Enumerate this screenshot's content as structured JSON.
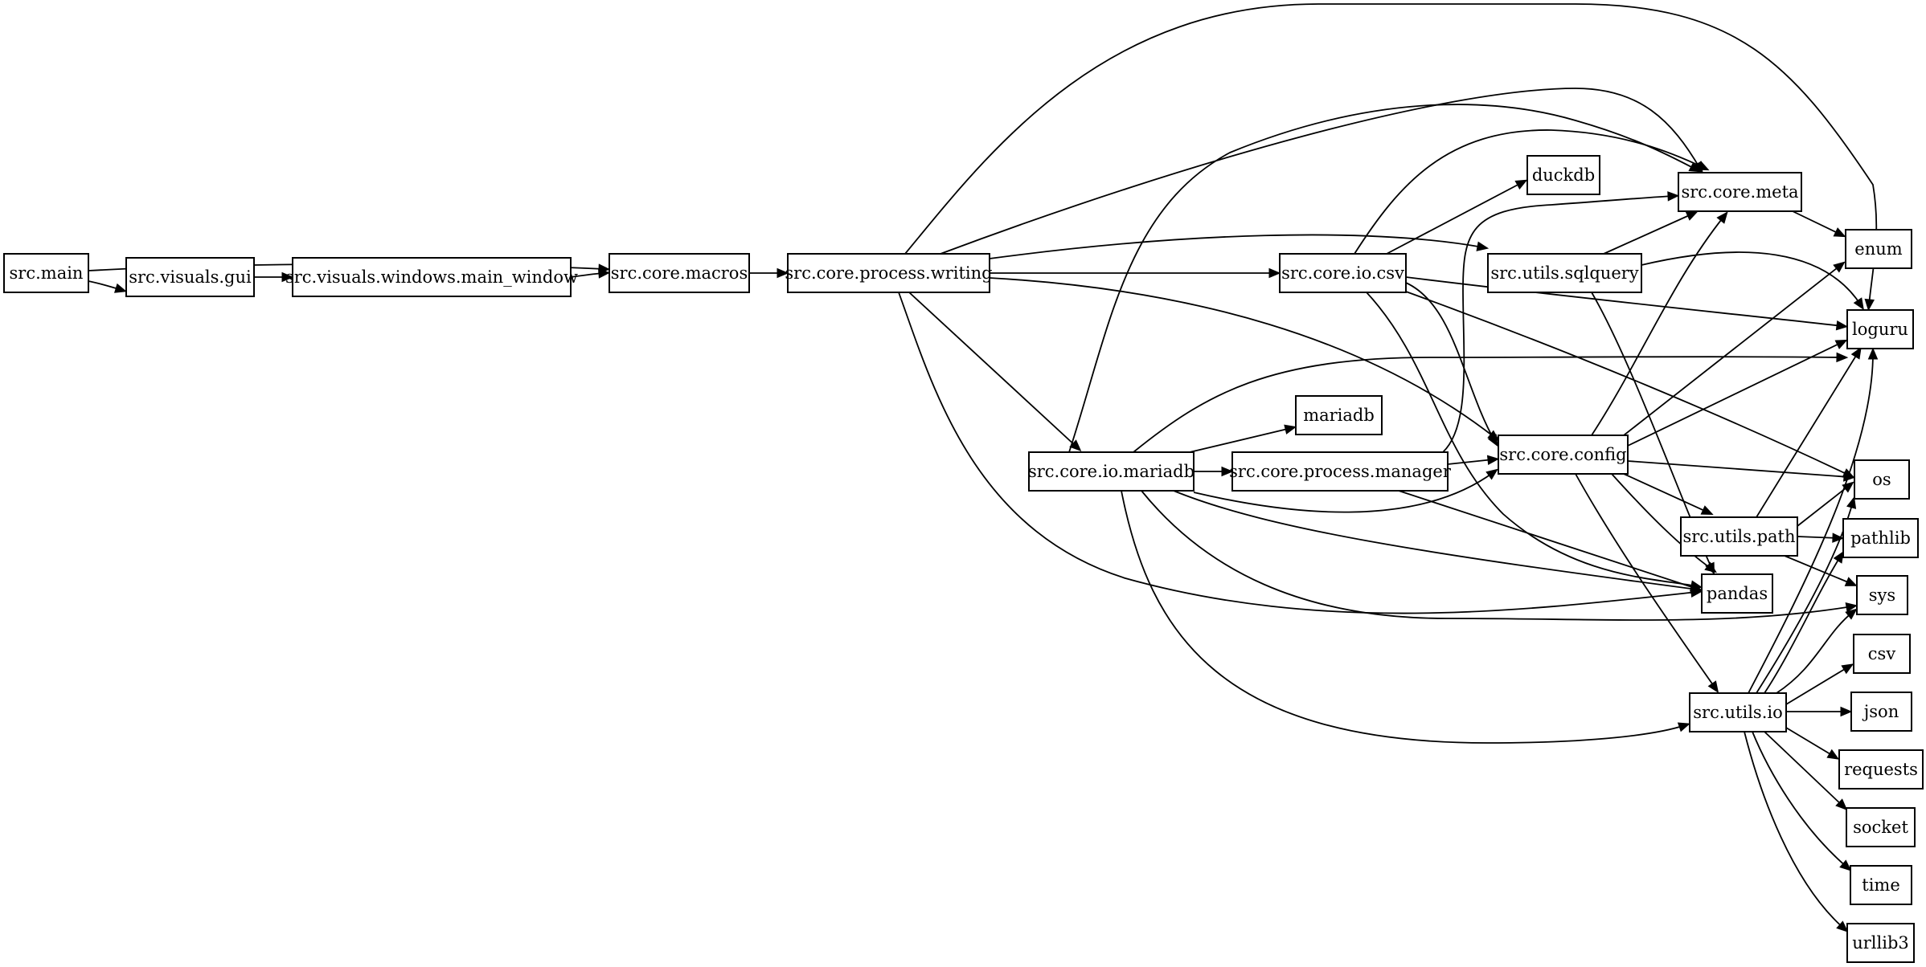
{
  "graph": {
    "nodes": [
      {
        "id": "main",
        "label": "src.main"
      },
      {
        "id": "gui",
        "label": "src.visuals.gui"
      },
      {
        "id": "mainwin",
        "label": "src.visuals.windows.main_window"
      },
      {
        "id": "macros",
        "label": "src.core.macros"
      },
      {
        "id": "writing",
        "label": "src.core.process.writing"
      },
      {
        "id": "csvmod",
        "label": "src.core.io.csv"
      },
      {
        "id": "sqlquery",
        "label": "src.utils.sqlquery"
      },
      {
        "id": "duckdb",
        "label": "duckdb"
      },
      {
        "id": "meta",
        "label": "src.core.meta"
      },
      {
        "id": "enum",
        "label": "enum"
      },
      {
        "id": "loguru",
        "label": "loguru"
      },
      {
        "id": "mariadbmod",
        "label": "src.core.io.mariadb"
      },
      {
        "id": "mariadb",
        "label": "mariadb"
      },
      {
        "id": "manager",
        "label": "src.core.process.manager"
      },
      {
        "id": "config",
        "label": "src.core.config"
      },
      {
        "id": "os",
        "label": "os"
      },
      {
        "id": "path",
        "label": "src.utils.path"
      },
      {
        "id": "pathlib",
        "label": "pathlib"
      },
      {
        "id": "pandas",
        "label": "pandas"
      },
      {
        "id": "sys",
        "label": "sys"
      },
      {
        "id": "csv",
        "label": "csv"
      },
      {
        "id": "io",
        "label": "src.utils.io"
      },
      {
        "id": "json",
        "label": "json"
      },
      {
        "id": "requests",
        "label": "requests"
      },
      {
        "id": "socket",
        "label": "socket"
      },
      {
        "id": "time",
        "label": "time"
      },
      {
        "id": "urllib3",
        "label": "urllib3"
      }
    ],
    "edges": [
      [
        "main",
        "macros"
      ],
      [
        "main",
        "gui"
      ],
      [
        "gui",
        "mainwin"
      ],
      [
        "mainwin",
        "macros"
      ],
      [
        "macros",
        "writing"
      ],
      [
        "writing",
        "loguru"
      ],
      [
        "writing",
        "meta"
      ],
      [
        "writing",
        "sqlquery"
      ],
      [
        "writing",
        "csvmod"
      ],
      [
        "writing",
        "config"
      ],
      [
        "writing",
        "mariadbmod"
      ],
      [
        "writing",
        "pandas"
      ],
      [
        "csvmod",
        "meta"
      ],
      [
        "csvmod",
        "duckdb"
      ],
      [
        "csvmod",
        "loguru"
      ],
      [
        "csvmod",
        "config"
      ],
      [
        "csvmod",
        "os"
      ],
      [
        "csvmod",
        "pandas"
      ],
      [
        "sqlquery",
        "meta"
      ],
      [
        "sqlquery",
        "loguru"
      ],
      [
        "sqlquery",
        "pandas"
      ],
      [
        "meta",
        "enum"
      ],
      [
        "mariadbmod",
        "meta"
      ],
      [
        "mariadbmod",
        "loguru"
      ],
      [
        "mariadbmod",
        "mariadb"
      ],
      [
        "mariadbmod",
        "manager"
      ],
      [
        "mariadbmod",
        "config"
      ],
      [
        "mariadbmod",
        "pandas"
      ],
      [
        "mariadbmod",
        "sys"
      ],
      [
        "mariadbmod",
        "io"
      ],
      [
        "manager",
        "meta"
      ],
      [
        "manager",
        "config"
      ],
      [
        "manager",
        "pandas"
      ],
      [
        "config",
        "meta"
      ],
      [
        "config",
        "enum"
      ],
      [
        "config",
        "loguru"
      ],
      [
        "config",
        "os"
      ],
      [
        "config",
        "path"
      ],
      [
        "config",
        "pandas"
      ],
      [
        "config",
        "io"
      ],
      [
        "path",
        "loguru"
      ],
      [
        "path",
        "os"
      ],
      [
        "path",
        "pathlib"
      ],
      [
        "path",
        "sys"
      ],
      [
        "io",
        "loguru"
      ],
      [
        "io",
        "os"
      ],
      [
        "io",
        "pathlib"
      ],
      [
        "io",
        "sys"
      ],
      [
        "io",
        "csv"
      ],
      [
        "io",
        "json"
      ],
      [
        "io",
        "requests"
      ],
      [
        "io",
        "socket"
      ],
      [
        "io",
        "time"
      ],
      [
        "io",
        "urllib3"
      ]
    ]
  }
}
